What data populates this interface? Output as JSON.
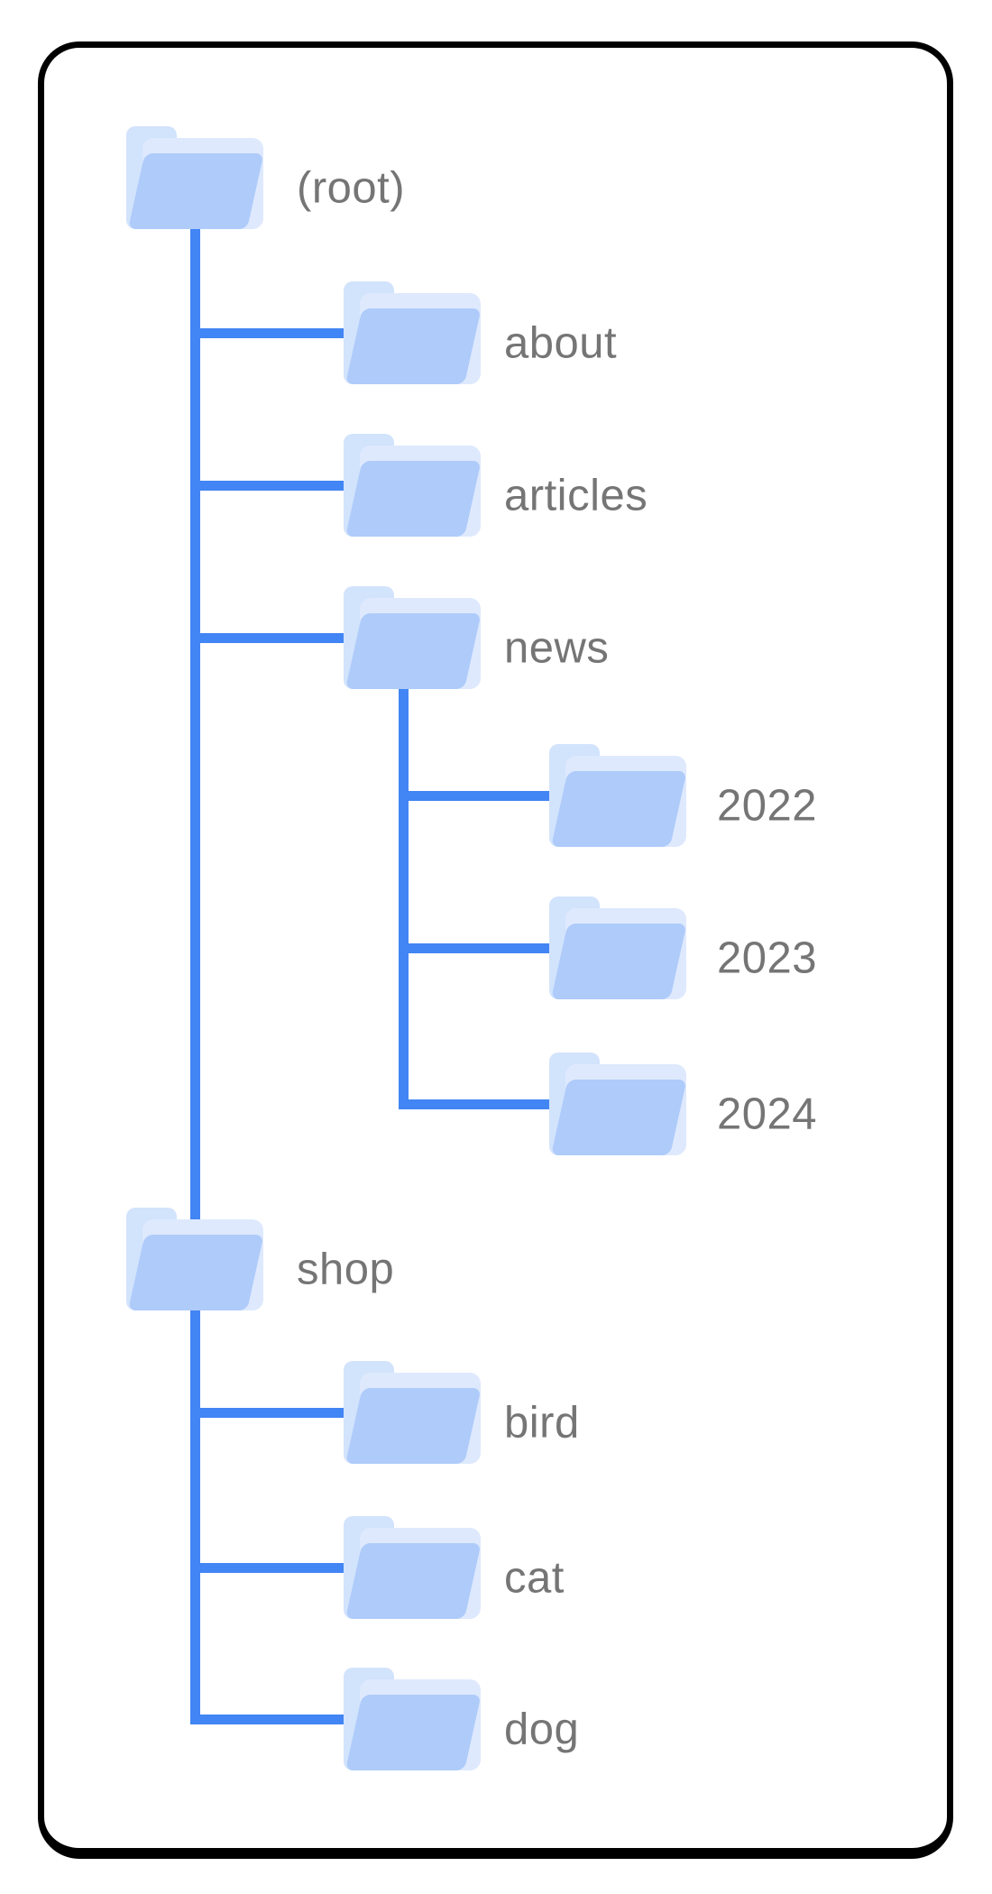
{
  "diagram": {
    "description": "Folder tree diagram of a website directory structure inside a rounded card",
    "colors": {
      "connector_line": "#4285F4",
      "label_text": "#757575",
      "folder_front": "#AECBFA",
      "folder_back": "#D2E3FC",
      "folder_mid": "#DEE9FD",
      "card_border": "#000000",
      "background": "#FFFFFF"
    },
    "tree": {
      "id": "root",
      "label": "(root)",
      "children": [
        {
          "id": "about",
          "label": "about"
        },
        {
          "id": "articles",
          "label": "articles"
        },
        {
          "id": "news",
          "label": "news",
          "children": [
            {
              "id": "y2022",
              "label": "2022"
            },
            {
              "id": "y2023",
              "label": "2023"
            },
            {
              "id": "y2024",
              "label": "2024"
            }
          ]
        },
        {
          "id": "shop",
          "label": "shop",
          "children": [
            {
              "id": "bird",
              "label": "bird"
            },
            {
              "id": "cat",
              "label": "cat"
            },
            {
              "id": "dog",
              "label": "dog"
            }
          ]
        }
      ]
    }
  }
}
